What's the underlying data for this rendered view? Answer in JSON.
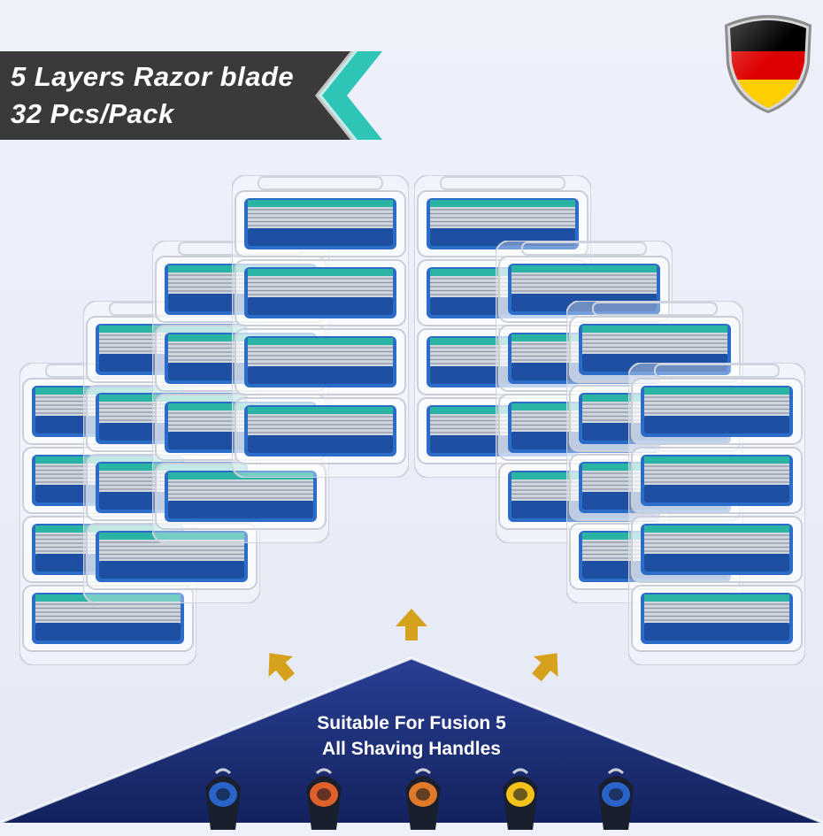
{
  "banner": {
    "line1": "5 Layers Razor blade",
    "line2": "32 Pcs/Pack",
    "background": "#3a3a3a",
    "accent": "#2ec4b6"
  },
  "flag": {
    "icon": "germany-flag-shield-icon",
    "colors": [
      "#000000",
      "#dd0000",
      "#ffce00"
    ]
  },
  "product": {
    "item": "razor-cartridge",
    "blade_color": "#1f4fa0",
    "strip_color": "#2bb3a3"
  },
  "compatibility": {
    "line1": "Suitable For Fusion 5",
    "line2": "All  Shaving Handles",
    "panel_color": "#1c2f7a",
    "handle_colors": [
      "#2a63c8",
      "#e0602a",
      "#e07a2a",
      "#f2c21a",
      "#2a63c8"
    ]
  },
  "arrows": {
    "icon": "up-arrow-icon",
    "color": "#d6a21e"
  }
}
